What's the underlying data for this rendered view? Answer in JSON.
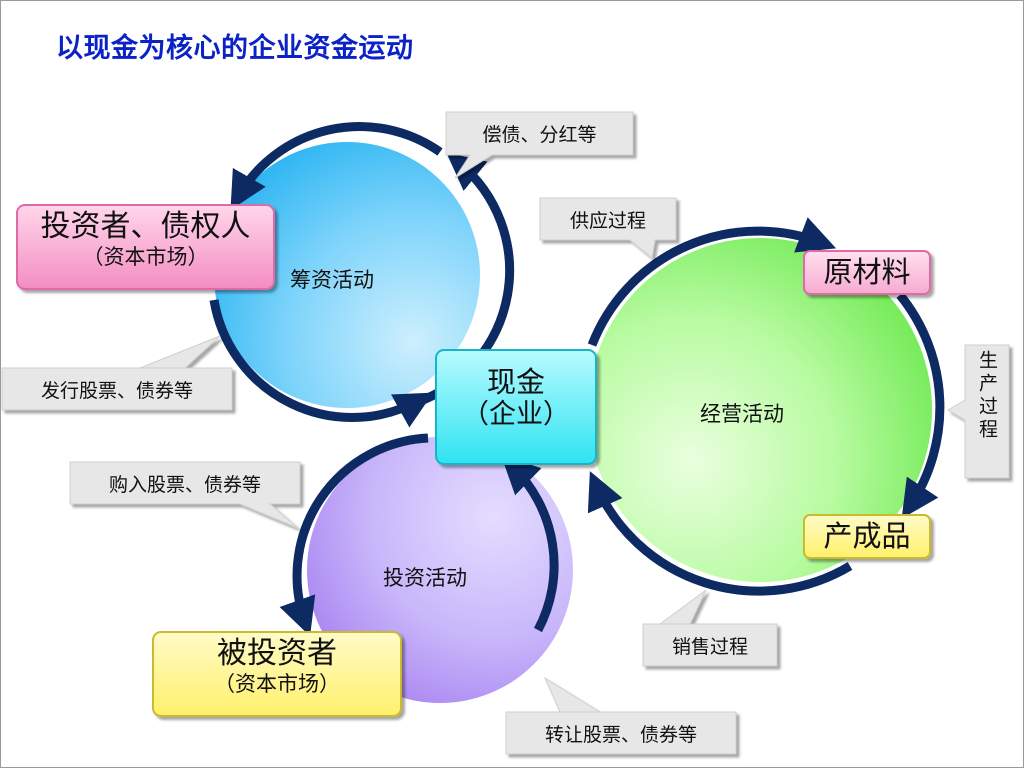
{
  "title": "以现金为核心的企业资金运动",
  "circles": {
    "financing": "筹资活动",
    "operating": "经营活动",
    "investing": "投资活动"
  },
  "boxes": {
    "investors": {
      "main": "投资者、债权人",
      "sub": "（资本市场）"
    },
    "cash": {
      "main": "现金",
      "sub": "（企业）"
    },
    "raw_materials": "原材料",
    "finished_goods": "产成品",
    "investees": {
      "main": "被投资者",
      "sub": "（资本市场）"
    }
  },
  "callouts": {
    "repay_dividend": "偿债、分红等",
    "supply_process": "供应过程",
    "issue_securities": "发行股票、债券等",
    "production_process": "生产过程",
    "buy_securities": "购入股票、债券等",
    "sales_process": "销售过程",
    "transfer_securities": "转让股票、债券等"
  },
  "colors": {
    "title": "#0b22c8",
    "arrow": "#0d2a63",
    "financing_circle": "#4fc3f7",
    "operating_circle": "#8ff37a",
    "investing_circle": "#b99cf4",
    "investors_box": "#f6a8cf",
    "cash_box": "#3fe6f3",
    "raw_materials_box": "#f7b8d6",
    "finished_goods_box": "#fff48a",
    "investees_box": "#fff27a",
    "callout_fill": "#e7e7e7"
  }
}
